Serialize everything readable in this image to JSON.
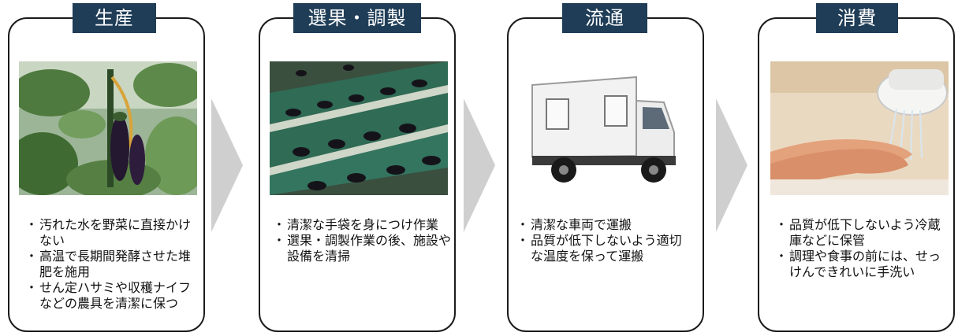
{
  "stages": [
    {
      "title": "生産",
      "photo_icon": "eggplant-plant-icon",
      "bullets": [
        "汚れた水を野菜に直接かけない",
        "高温で長期間発酵させた堆肥を施用",
        "せん定ハサミや収穫ナイフなどの農具を清潔に保つ"
      ]
    },
    {
      "title": "選果・調製",
      "photo_icon": "sorting-conveyor-icon",
      "bullets": [
        "清潔な手袋を身につけ作業",
        "選果・調製作業の後、施設や設備を清掃"
      ]
    },
    {
      "title": "流通",
      "photo_icon": "delivery-truck-icon",
      "bullets": [
        "清潔な車両で運搬",
        "品質が低下しないよう適切な温度を保って運搬"
      ]
    },
    {
      "title": "消費",
      "photo_icon": "hand-washing-icon",
      "bullets": [
        "品質が低下しないよう冷蔵庫などに保管",
        "調理や食事の前には、せっけんできれいに手洗い"
      ]
    }
  ],
  "colors": {
    "tag_background": "#1f3d57",
    "tag_text": "#ffffff",
    "card_border": "#1b1b1b",
    "arrow": "#cfcfcf"
  }
}
